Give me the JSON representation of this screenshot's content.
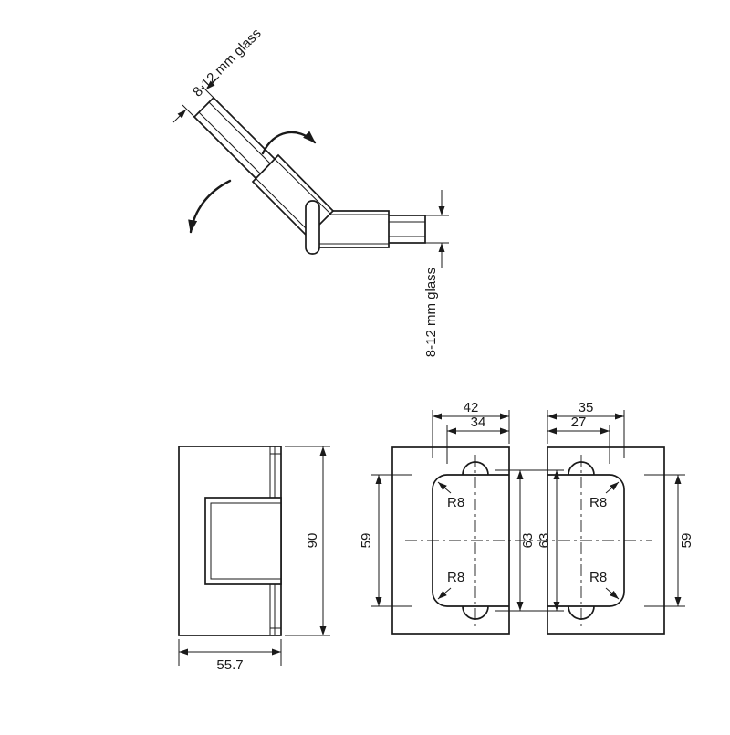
{
  "colors": {
    "line": "#1a1a1a",
    "background": "#ffffff"
  },
  "isometric_view": {
    "upper_glass_label": "8-12 mm glass",
    "lower_glass_label": "8-12 mm glass"
  },
  "front_view": {
    "height_mm": "90",
    "width_mm": "55.7"
  },
  "cutout_left": {
    "outer_width": "42",
    "inner_width": "34",
    "left_height": "59",
    "right_height": "63",
    "radius_top": "R8",
    "radius_bottom": "R8"
  },
  "cutout_right": {
    "outer_width": "35",
    "inner_width": "27",
    "left_height": "63",
    "right_height": "59",
    "radius_top": "R8",
    "radius_bottom": "R8"
  }
}
